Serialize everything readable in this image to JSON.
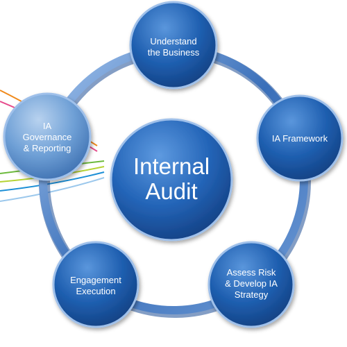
{
  "diagram": {
    "center": {
      "lines": [
        "Internal",
        "Audit"
      ]
    },
    "nodes": [
      {
        "id": "understand-business",
        "lines": [
          "Understand",
          "the Business"
        ]
      },
      {
        "id": "ia-framework",
        "lines": [
          "IA Framework"
        ]
      },
      {
        "id": "assess-risk",
        "lines": [
          "Assess Risk",
          "& Develop IA",
          "Strategy"
        ]
      },
      {
        "id": "engagement-execution",
        "lines": [
          "Engagement",
          "Execution"
        ]
      },
      {
        "id": "ia-governance",
        "lines": [
          "IA",
          "Governance",
          "& Reporting"
        ]
      }
    ],
    "colors": {
      "node_blue": "#1f5fb0",
      "node_light": "#5a96dc",
      "node_dark": "#123f80",
      "ring_blue": "#3a6fb9",
      "ring_light": "#a4c5ee",
      "highlighted_node": "#6fa0d6",
      "streak_colors": [
        "#f08a1c",
        "#e64b8c",
        "#6cba3c",
        "#b5d334",
        "#1c8fd6"
      ]
    }
  }
}
